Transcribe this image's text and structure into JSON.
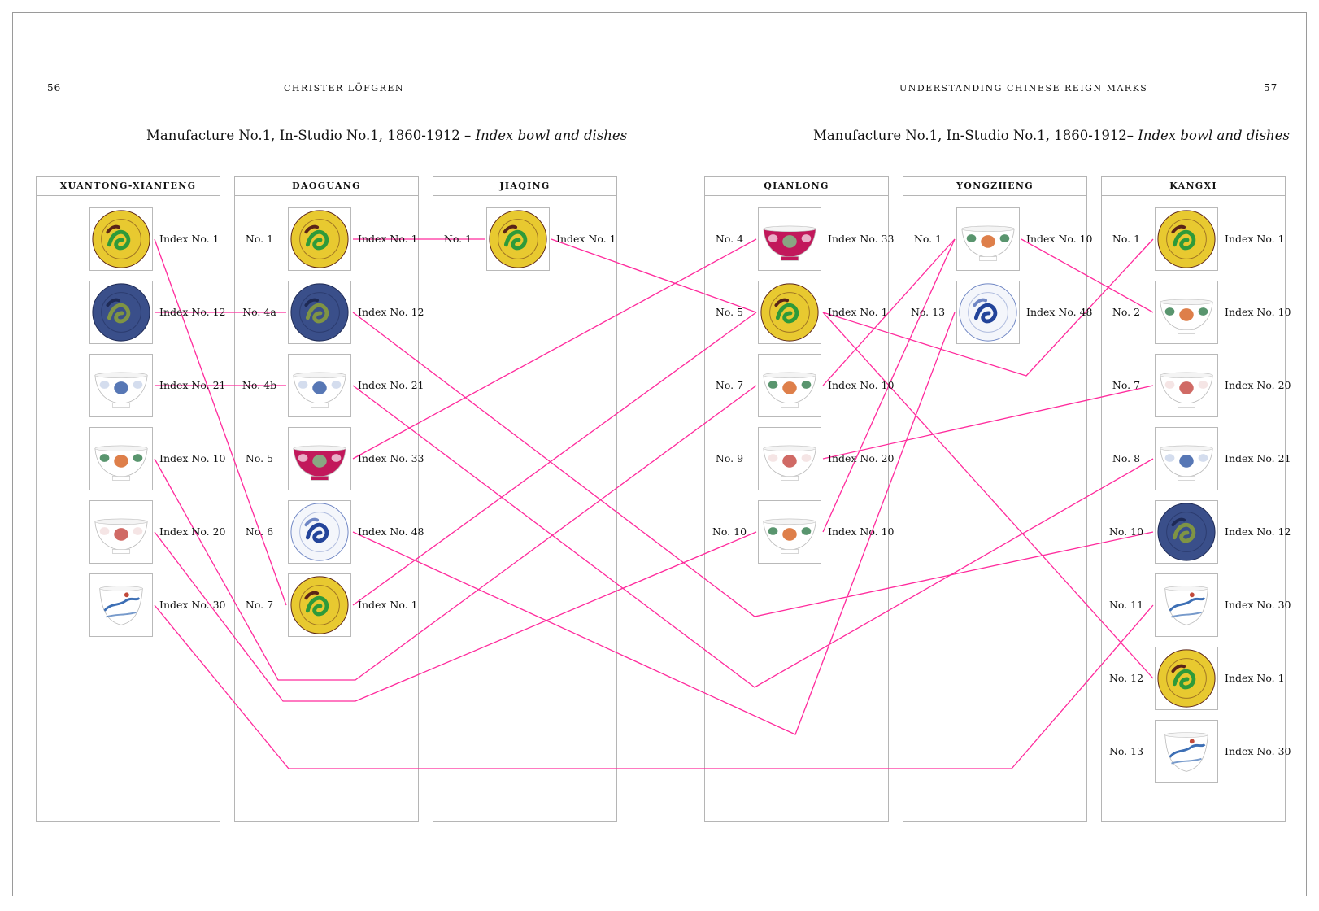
{
  "left_page": {
    "folio": "56",
    "running_head": "CHRISTER LÖFGREN",
    "title": {
      "main": "Manufacture No.1, In-Studio No.1, 1860-1912 – ",
      "italic": "Index bowl and dishes"
    }
  },
  "right_page": {
    "folio": "57",
    "running_head": "UNDERSTANDING CHINESE REIGN MARKS",
    "title": {
      "main": "Manufacture No.1, In-Studio No.1, 1860-1912– ",
      "italic": "Index bowl and dishes"
    }
  },
  "pieces": {
    "yellow-dragon-dish": {
      "kind": "dish",
      "colors": [
        "#e8c930",
        "#2e9a3a",
        "#5a2418"
      ]
    },
    "blue-dragon-dish": {
      "kind": "dish",
      "colors": [
        "#3a4f8a",
        "#7f9444",
        "#1e2a55"
      ]
    },
    "blue-white-bowl": {
      "kind": "bowl",
      "colors": [
        "#ffffff",
        "#3a5fa8",
        "#c9d4ea"
      ]
    },
    "famille-rose-dragon-bowl": {
      "kind": "bowl",
      "colors": [
        "#ffffff",
        "#d8682a",
        "#2f7a4a"
      ]
    },
    "red-medallion-bowl": {
      "kind": "bowl",
      "colors": [
        "#ffffff",
        "#c8504a",
        "#f3dede"
      ]
    },
    "blue-white-landscape-cup": {
      "kind": "cup",
      "colors": [
        "#ffffff",
        "#3d6fb5",
        "#c24a3a"
      ]
    },
    "ruby-ground-bowl": {
      "kind": "bowl",
      "colors": [
        "#c2185b",
        "#7fbf8a",
        "#f2d6e4"
      ]
    },
    "blue-lotus-dish": {
      "kind": "dish",
      "colors": [
        "#f4f6fb",
        "#23449a",
        "#6f86c4"
      ]
    }
  },
  "columns": [
    {
      "name": "XUANTONG-XIANFENG",
      "items": [
        {
          "no": "",
          "index": "Index No. 1",
          "piece": "yellow-dragon-dish"
        },
        {
          "no": "",
          "index": "Index No. 12",
          "piece": "blue-dragon-dish"
        },
        {
          "no": "",
          "index": "Index No. 21",
          "piece": "blue-white-bowl"
        },
        {
          "no": "",
          "index": "Index No. 10",
          "piece": "famille-rose-dragon-bowl"
        },
        {
          "no": "",
          "index": "Index No. 20",
          "piece": "red-medallion-bowl"
        },
        {
          "no": "",
          "index": "Index No. 30",
          "piece": "blue-white-landscape-cup"
        }
      ]
    },
    {
      "name": "DAOGUANG",
      "items": [
        {
          "no": "No. 1",
          "index": "Index No. 1",
          "piece": "yellow-dragon-dish"
        },
        {
          "no": "No. 4a",
          "index": "Index No. 12",
          "piece": "blue-dragon-dish"
        },
        {
          "no": "No. 4b",
          "index": "Index No. 21",
          "piece": "blue-white-bowl"
        },
        {
          "no": "No. 5",
          "index": "Index No. 33",
          "piece": "ruby-ground-bowl"
        },
        {
          "no": "No. 6",
          "index": "Index No. 48",
          "piece": "blue-lotus-dish"
        },
        {
          "no": "No. 7",
          "index": "Index No. 1",
          "piece": "yellow-dragon-dish"
        }
      ]
    },
    {
      "name": "JIAQING",
      "items": [
        {
          "no": "No. 1",
          "index": "Index No. 1",
          "piece": "yellow-dragon-dish"
        }
      ]
    },
    {
      "name": "QIANLONG",
      "items": [
        {
          "no": "No. 4",
          "index": "Index No. 33",
          "piece": "ruby-ground-bowl"
        },
        {
          "no": "No. 5",
          "index": "Index No. 1",
          "piece": "yellow-dragon-dish"
        },
        {
          "no": "No. 7",
          "index": "Index No. 10",
          "piece": "famille-rose-dragon-bowl"
        },
        {
          "no": "No. 9",
          "index": "Index No. 20",
          "piece": "red-medallion-bowl"
        },
        {
          "no": "No. 10",
          "index": "Index No. 10",
          "piece": "famille-rose-dragon-bowl"
        }
      ]
    },
    {
      "name": "YONGZHENG",
      "items": [
        {
          "no": "No. 1",
          "index": "Index No. 10",
          "piece": "famille-rose-dragon-bowl"
        },
        {
          "no": "No. 13",
          "index": "Index No. 48",
          "piece": "blue-lotus-dish"
        }
      ]
    },
    {
      "name": "KANGXI",
      "items": [
        {
          "no": "No. 1",
          "index": "Index No. 1",
          "piece": "yellow-dragon-dish"
        },
        {
          "no": "No. 2",
          "index": "Index No. 10",
          "piece": "famille-rose-dragon-bowl"
        },
        {
          "no": "No. 7",
          "index": "Index No. 20",
          "piece": "red-medallion-bowl"
        },
        {
          "no": "No. 8",
          "index": "Index No. 21",
          "piece": "blue-white-bowl"
        },
        {
          "no": "No. 10",
          "index": "Index No. 12",
          "piece": "blue-dragon-dish"
        },
        {
          "no": "No. 11",
          "index": "Index No. 30",
          "piece": "blue-white-landscape-cup"
        },
        {
          "no": "No. 12",
          "index": "Index No. 1",
          "piece": "yellow-dragon-dish"
        },
        {
          "no": "No. 13",
          "index": "Index No. 30",
          "piece": "blue-white-landscape-cup"
        }
      ]
    }
  ],
  "link_color": "#ff2a9c"
}
